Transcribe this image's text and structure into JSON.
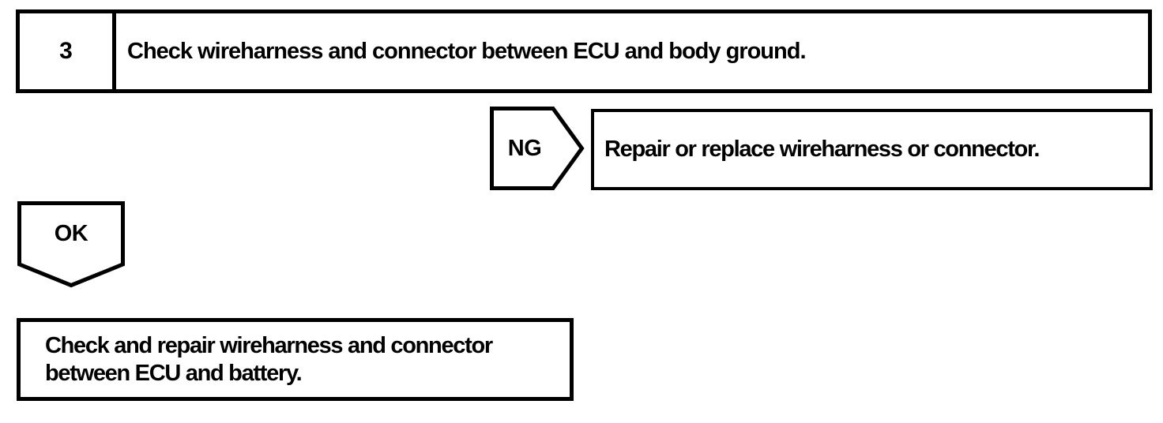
{
  "page": {
    "background": "#ffffff",
    "ink": "#000000"
  },
  "flowchart": {
    "step": {
      "number": "3",
      "instruction": "Check wireharness and connector between ECU and body ground."
    },
    "ng_branch": {
      "label": "NG",
      "action": "Repair or replace wireharness or connector."
    },
    "ok_branch": {
      "label": "OK",
      "action_lines": [
        "Check and repair wireharness and connector",
        "between ECU and battery."
      ]
    }
  }
}
